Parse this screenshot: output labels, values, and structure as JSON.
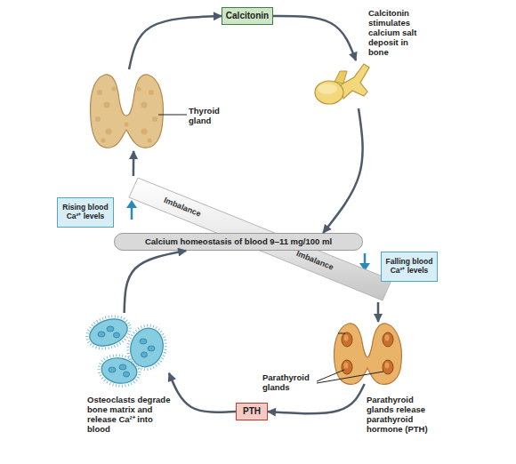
{
  "diagram": {
    "nodes": [
      {
        "text": [
          "Calcitonin"
        ]
      },
      {
        "text": [
          "Calcitonin stimulates calcium salt deposit in bone"
        ]
      },
      {
        "text": [
          "Thyroid gland"
        ]
      },
      {
        "text": [
          "Rising blood Ca²⁺ levels"
        ]
      },
      {
        "text": [
          "Imbalance",
          "Imbalance"
        ]
      },
      {
        "text": [
          "Calcium homeostasis of blood 9–11 mg/100 ml"
        ]
      },
      {
        "text": [
          "Falling blood Ca²⁺ levels"
        ]
      },
      {
        "text": [
          "Parathyroid glands",
          "Parathyroid glands release parathyroid hormone (PTH)"
        ]
      },
      {
        "text": [
          "PTH"
        ]
      },
      {
        "text": [
          "Osteoclasts degrade bone matrix and release Ca²⁺ into blood"
        ]
      }
    ],
    "edges": [
      {
        "from": 2,
        "to": 0,
        "arrow": "to"
      },
      {
        "from": 0,
        "to": 1,
        "arrow": "to"
      },
      {
        "from": 1,
        "to": 5,
        "arrow": "to"
      },
      {
        "from": 4,
        "to": 2,
        "arrow": "to"
      },
      {
        "from": 4,
        "to": 7,
        "arrow": "to"
      },
      {
        "from": 7,
        "to": 8,
        "arrow": "to"
      },
      {
        "from": 8,
        "to": 9,
        "arrow": "to"
      },
      {
        "from": 9,
        "to": 5,
        "arrow": "to"
      }
    ]
  }
}
